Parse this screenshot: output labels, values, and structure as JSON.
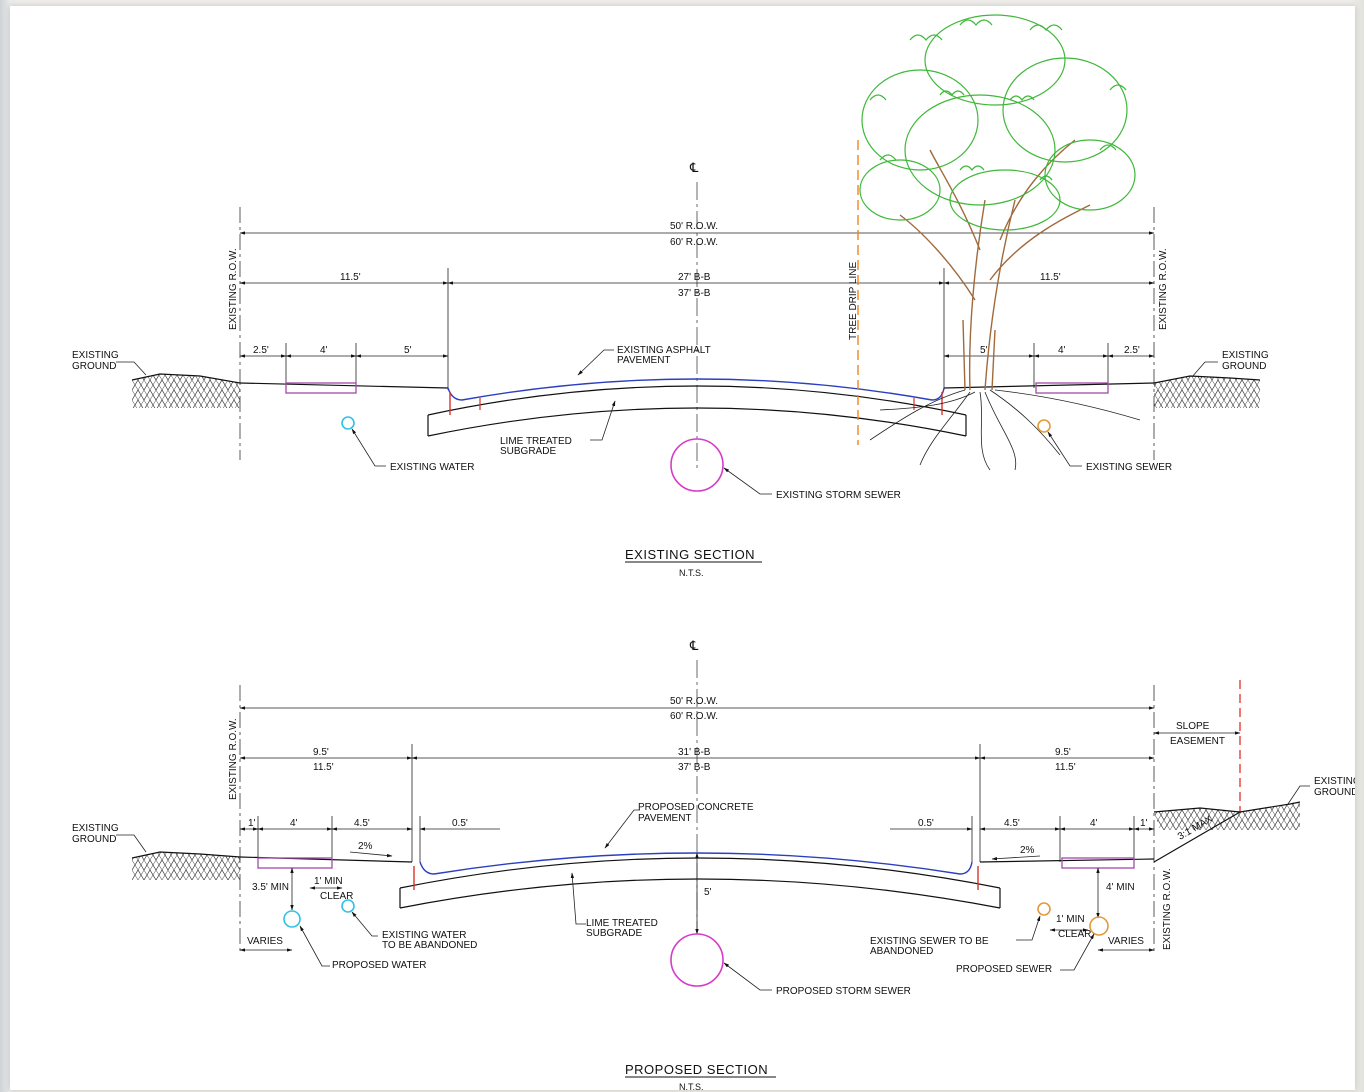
{
  "existing": {
    "centerline": "℄",
    "row_50": "50' R.O.W.",
    "row_60": "60' R.O.W.",
    "existing_row_left": "EXISTING R.O.W.",
    "existing_row_right": "EXISTING R.O.W.",
    "left_parkway": "11.5'",
    "right_parkway": "11.5'",
    "bb_27": "27' B-B",
    "bb_37": "37' B-B",
    "tree_drip_line": "TREE DRIP LINE",
    "dim_left_25": "2.5'",
    "dim_left_4": "4'",
    "dim_left_5": "5'",
    "dim_right_5": "5'",
    "dim_right_4": "4'",
    "dim_right_25": "2.5'",
    "existing_ground_left_1": "EXISTING",
    "existing_ground_left_2": "GROUND",
    "existing_ground_right_1": "EXISTING",
    "existing_ground_right_2": "GROUND",
    "asphalt_1": "EXISTING ASPHALT",
    "asphalt_2": "PAVEMENT",
    "lime_1": "LIME TREATED",
    "lime_2": "SUBGRADE",
    "water": "EXISTING WATER",
    "sewer": "EXISTING SEWER",
    "storm": "EXISTING STORM SEWER",
    "title": "EXISTING SECTION",
    "scale": "N.T.S."
  },
  "proposed": {
    "centerline": "℄",
    "row_50": "50' R.O.W.",
    "row_60": "60' R.O.W.",
    "existing_row_left": "EXISTING R.O.W.",
    "existing_row_right": "EXISTING R.O.W.",
    "slope_1": "SLOPE",
    "slope_2": "EASEMENT",
    "left_95": "9.5'",
    "left_115": "11.5'",
    "right_95": "9.5'",
    "right_115": "11.5'",
    "bb_31": "31' B-B",
    "bb_37": "37' B-B",
    "dim_l_1": "1'",
    "dim_l_4": "4'",
    "dim_l_45": "4.5'",
    "dim_l_05": "0.5'",
    "dim_r_05": "0.5'",
    "dim_r_45": "4.5'",
    "dim_r_4": "4'",
    "dim_r_1": "1'",
    "slope_left": "2%",
    "slope_right": "2%",
    "slope_ratio": "3:1 MAX",
    "depth_5": "5'",
    "existing_ground_left_1": "EXISTING",
    "existing_ground_left_2": "GROUND",
    "existing_ground_right_1": "EXISTING",
    "existing_ground_right_2": "GROUND",
    "concrete_1": "PROPOSED CONCRETE",
    "concrete_2": "PAVEMENT",
    "lime_1": "LIME TREATED",
    "lime_2": "SUBGRADE",
    "min_35": "3.5' MIN",
    "clear_l_1": "1' MIN",
    "clear_l_2": "CLEAR",
    "min_4": "4' MIN",
    "clear_r_1": "1' MIN",
    "clear_r_2": "CLEAR",
    "varies_left": "VARIES",
    "varies_right": "VARIES",
    "water_aband_1": "EXISTING WATER",
    "water_aband_2": "TO BE ABANDONED",
    "prop_water": "PROPOSED WATER",
    "sewer_aband_1": "EXISTING SEWER TO BE",
    "sewer_aband_2": "ABANDONED",
    "prop_sewer": "PROPOSED SEWER",
    "prop_storm": "PROPOSED STORM SEWER",
    "title": "PROPOSED SECTION",
    "scale": "N.T.S."
  },
  "colors": {
    "pavement_line": "#2b3fbf",
    "utility_water": "#2fc3e6",
    "utility_sewer": "#e29a3c",
    "utility_storm": "#d63ac8",
    "sidewalk": "#a14aa8",
    "curb": "#d8322a",
    "drip_line": "#f0861c",
    "tree_foliage": "#3fb83a",
    "tree_trunk": "#a06a3c",
    "easement_line": "#e0302a"
  }
}
